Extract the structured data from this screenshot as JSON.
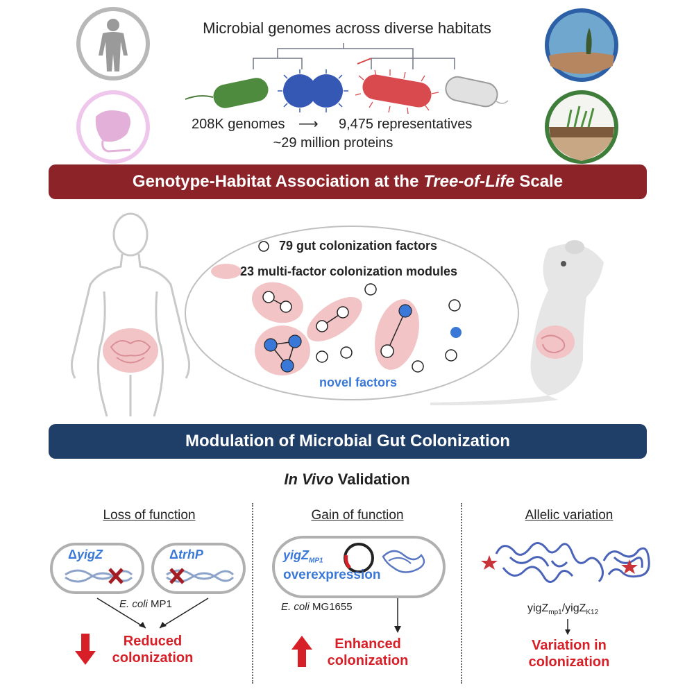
{
  "header": {
    "title": "Microbial genomes across diverse habitats",
    "stats_line1_left": "208K genomes",
    "stats_arrow": "⟶",
    "stats_line1_right": "9,475 representatives",
    "stats_line2": "~29 million proteins"
  },
  "banner1": {
    "text_before": "Genotype-Habitat Association at the ",
    "text_italic": "Tree-of-Life",
    "text_after": " Scale"
  },
  "middle": {
    "legend_factor": "79 gut colonization factors",
    "legend_module": "23 multi-factor colonization modules",
    "novel_label": "novel factors"
  },
  "banner2": {
    "text": "Modulation of Microbial Gut Colonization"
  },
  "validation": {
    "italic": "In Vivo",
    "normal": " Validation"
  },
  "loss": {
    "title": "Loss of function",
    "gene1_prefix": "Δ",
    "gene1": "yigZ",
    "gene2_prefix": "Δ",
    "gene2": "trhP",
    "strain_italic": "E. coli",
    "strain": " MP1",
    "result_line1": "Reduced",
    "result_line2": "colonization"
  },
  "gain": {
    "title": "Gain of function",
    "gene": "yigZ",
    "gene_sub": "MP1",
    "overexp": "overexpression",
    "strain_italic": "E. coli",
    "strain": " MG1655",
    "result_line1": "Enhanced",
    "result_line2": "colonization"
  },
  "allelic": {
    "title": "Allelic variation",
    "ratio_a": "yigZ",
    "ratio_a_sub": "mp1",
    "ratio_sep": "/yigZ",
    "ratio_b_sub": "K12",
    "result_line1": "Variation in",
    "result_line2": "colonization"
  },
  "colors": {
    "banner_red": "#8b2328",
    "banner_blue": "#1f3e68",
    "result_red": "#d61f26",
    "factor_blue": "#3a78d8",
    "module_pink": "#f2c4c6"
  }
}
